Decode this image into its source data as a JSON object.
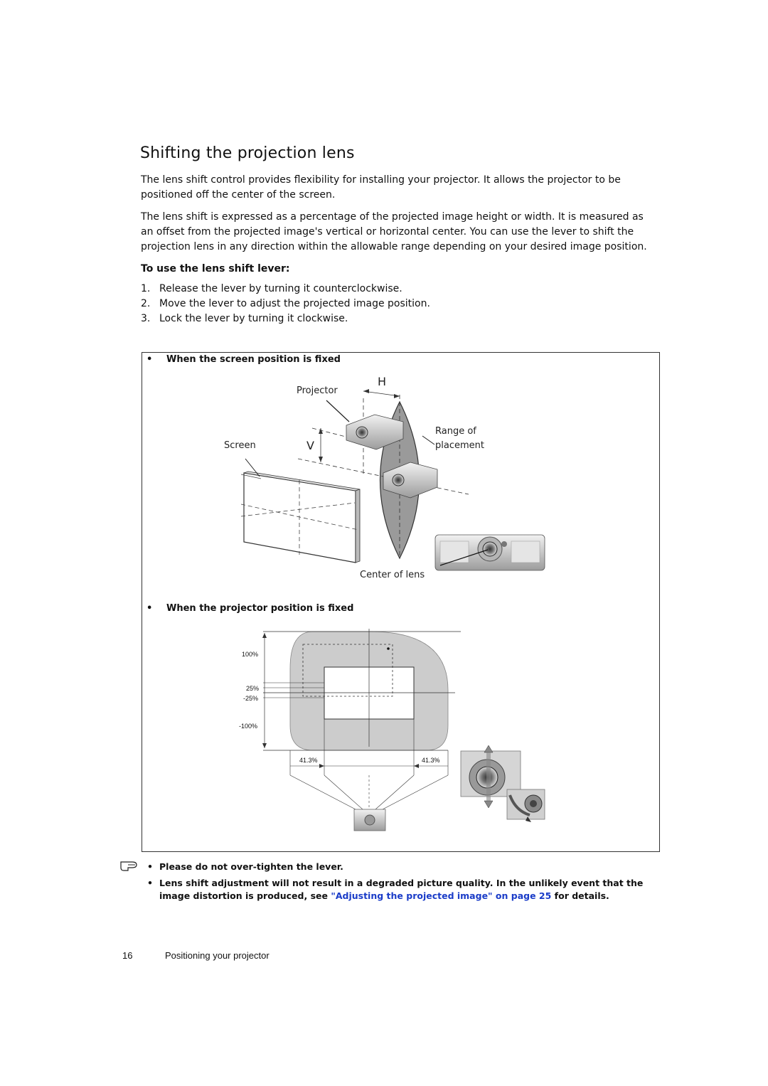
{
  "title": "Shifting the projection lens",
  "intro_1": "The lens shift control provides flexibility for installing your projector. It allows the projector to be positioned off the center of the screen.",
  "intro_2": "The lens shift is expressed as a percentage of the projected image height or width. It is measured as an offset from the projected image's vertical or horizontal center. You can use the lever to shift the projection lens in any direction within the allowable range depending on your desired image position.",
  "subhead": "To use the lens shift lever:",
  "steps": [
    {
      "num": "1.",
      "text": "Release the lever by turning it counterclockwise."
    },
    {
      "num": "2.",
      "text": "Move the lever to adjust the projected image position."
    },
    {
      "num": "3.",
      "text": "Lock the lever by turning it clockwise."
    }
  ],
  "figure": {
    "bullet_1": "When the screen position is fixed",
    "bullet_2": "When the projector position is fixed",
    "bullet_char": "•",
    "labels": {
      "projector": "Projector",
      "h": "H",
      "v": "V",
      "screen": "Screen",
      "range_1": "Range of",
      "range_2": "placement",
      "center": "Center of lens",
      "pct_100": "100%",
      "pct_25": "25%",
      "pct_m25": "-25%",
      "pct_m100": "-100%",
      "pct_413_left": "41.3%",
      "pct_413_right": "41.3%"
    }
  },
  "notes": {
    "bullet_char": "•",
    "note_1": "Please do not over-tighten the lever.",
    "note_2_a": "Lens shift adjustment will not result in a degraded picture quality. In the unlikely event that the image distortion is produced, see ",
    "note_2_link": "\"Adjusting the projected image\" on page 25",
    "note_2_b": " for details."
  },
  "footer": {
    "page_num": "16",
    "section": "Positioning your projector"
  },
  "colors": {
    "link": "#1a3cc8",
    "range_fill": "#9a9a9a",
    "shift_area": "#cccccc"
  }
}
